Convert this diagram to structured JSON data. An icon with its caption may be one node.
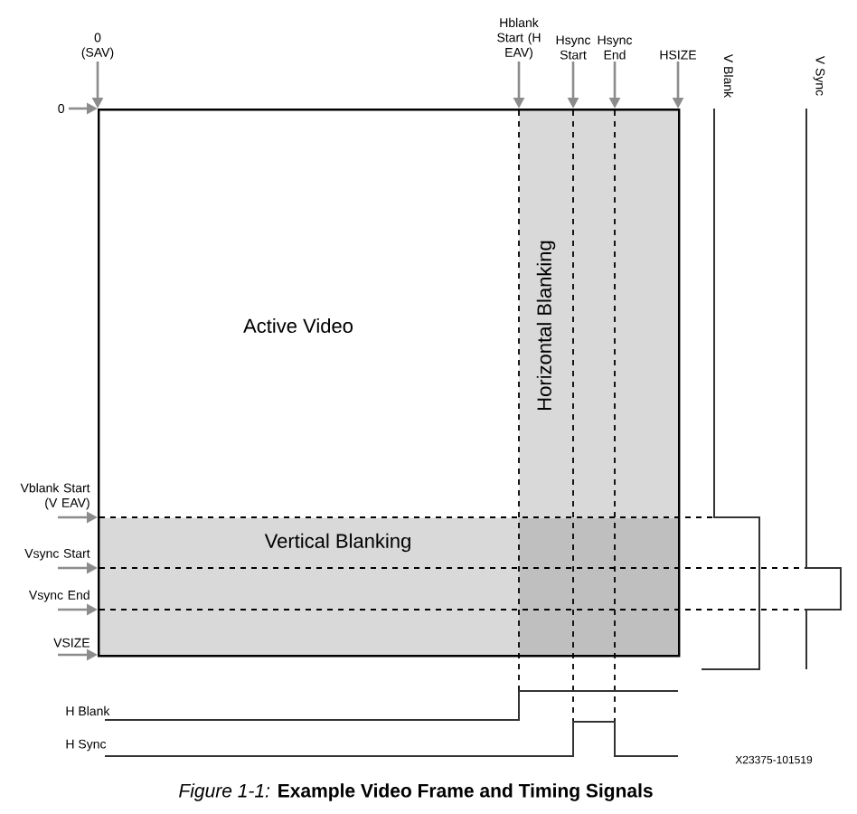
{
  "diagram": {
    "caption": "*Figure 1-1:* **Example Video Frame and Timing Signals**",
    "nodes": [
      {
        "text": [
          "Active Video"
        ]
      },
      {
        "text": [
          "Horizontal Blanking"
        ],
        "in": 0
      },
      {
        "text": [
          "Vertical Blanking"
        ],
        "in": 0
      },
      {
        "text": [
          "0 (SAV)"
        ]
      },
      {
        "text": [
          "Hblank Start (H EAV)"
        ]
      },
      {
        "text": [
          "Hsync Start"
        ]
      },
      {
        "text": [
          "Hsync End"
        ]
      },
      {
        "text": [
          "HSIZE"
        ]
      },
      {
        "text": [
          "0"
        ]
      },
      {
        "text": [
          "Vblank Start (V EAV)"
        ]
      },
      {
        "text": [
          "Vsync Start"
        ]
      },
      {
        "text": [
          "Vsync End"
        ]
      },
      {
        "text": [
          "VSIZE"
        ]
      }
    ],
    "edges": [
      {
        "from": 3,
        "to": 0,
        "arrow": "to"
      },
      {
        "from": 4,
        "to": 0,
        "arrow": "to"
      },
      {
        "from": 5,
        "to": 0,
        "arrow": "to"
      },
      {
        "from": 6,
        "to": 0,
        "arrow": "to"
      },
      {
        "from": 7,
        "to": 0,
        "arrow": "to"
      },
      {
        "from": 8,
        "to": 0,
        "arrow": "to"
      },
      {
        "from": 9,
        "to": 0,
        "arrow": "to"
      },
      {
        "from": 10,
        "to": 0,
        "arrow": "to"
      },
      {
        "from": 11,
        "to": 0,
        "arrow": "to"
      },
      {
        "from": 12,
        "to": 0,
        "arrow": "to"
      }
    ],
    "labels": [
      "V Blank",
      "V Sync",
      "H Blank",
      "H Sync",
      "X23375-101519"
    ]
  }
}
